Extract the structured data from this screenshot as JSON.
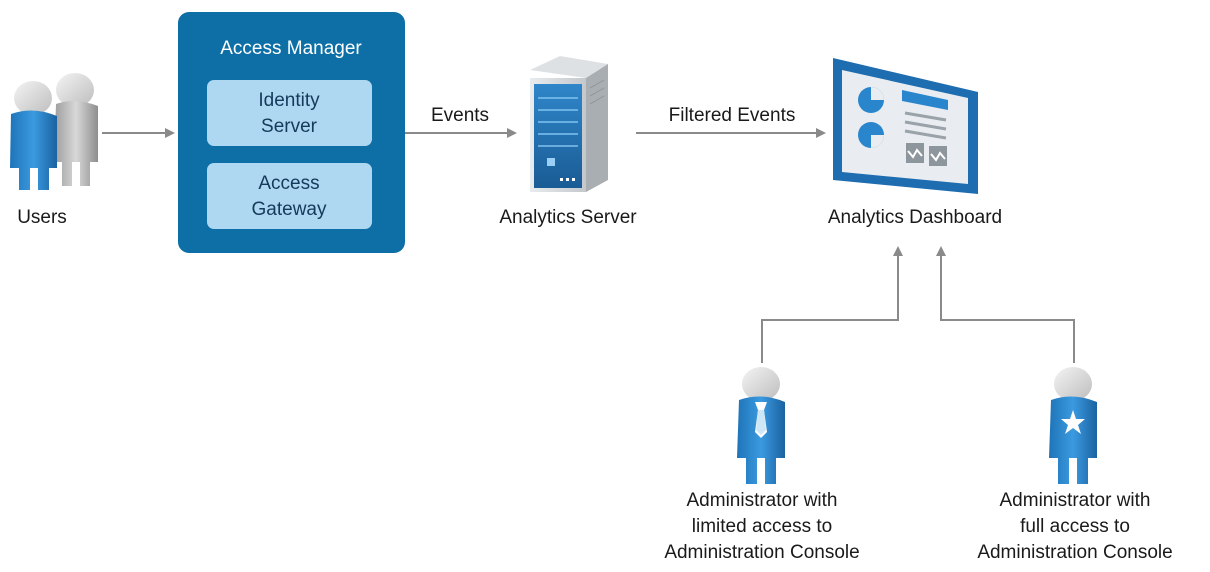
{
  "nodes": {
    "users": {
      "label": "Users"
    },
    "access_manager": {
      "title": "Access Manager",
      "components": [
        {
          "lines": [
            "Identity",
            "Server"
          ]
        },
        {
          "lines": [
            "Access",
            "Gateway"
          ]
        }
      ]
    },
    "analytics_server": {
      "label": "Analytics Server"
    },
    "analytics_dashboard": {
      "label": "Analytics Dashboard"
    },
    "admin_limited": {
      "lines": [
        "Administrator with",
        "limited access to",
        "Administration Console"
      ]
    },
    "admin_full": {
      "lines": [
        "Administrator with",
        "full access to",
        "Administration Console"
      ]
    }
  },
  "edges": {
    "am_to_server": "Events",
    "server_to_dashboard": "Filtered Events"
  },
  "colors": {
    "box_fill": "#0d6fa6",
    "inner_box_fill": "#aed8f1",
    "arrow": "#8a8a8a",
    "person_blue": "#2a86cc",
    "person_gray": "#b9b9b9"
  },
  "icons": [
    "users-icon",
    "server-icon",
    "dashboard-icon",
    "admin-tie-icon",
    "admin-star-icon"
  ]
}
